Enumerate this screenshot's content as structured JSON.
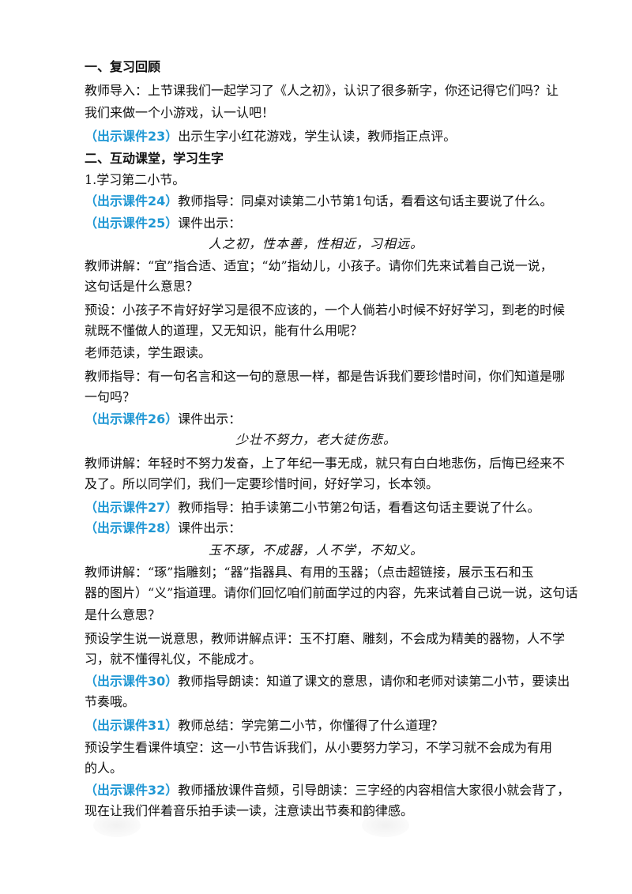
{
  "section1": {
    "heading": "一、复习回顾",
    "p1_line1": "教师导入：上节课我们一起学习了《人之初》，认识了很多新字，你还记得它们吗？让",
    "p1_line2": "我们来做一个小游戏，认一认吧！",
    "p2_tag": "（出示课件23）",
    "p2_text": "出示生字小红花游戏，学生认读，教师指正点评。"
  },
  "section2": {
    "heading": "二、互动课堂，学习生字",
    "sub1": "1.学习第二小节。",
    "p24_tag": "（出示课件24）",
    "p24_text": "教师指导：同桌对读第二小节第1句话，看看这句话主要说了什么。",
    "p25_tag": "（出示课件25）",
    "p25_text": "课件出示：",
    "quote1": "人之初，性本善，性相近，习相远。",
    "exp1_line1": "教师讲解：“宜”指合适、适宜；“幼”指幼儿，小孩子。请你们先来试着自己说一说，",
    "exp1_line2": "这句话是什么意思？",
    "pre1_line1": "预设：小孩子不肯好好学习是很不应该的，一个人倘若小时候不好好学习，到老的时候",
    "pre1_line2": "就既不懂做人的道理，又无知识，能有什么用呢？",
    "read1": "老师范读，学生跟读。",
    "guide1_line1": "教师指导：有一句名言和这一句的意思一样，都是告诉我们要珍惜时间，你们知道是哪",
    "guide1_line2": "一句吗？",
    "p26_tag": "（出示课件26）",
    "p26_text": "课件出示：",
    "quote2": "少壮不努力，老大徒伤悲。",
    "exp2_line1": "教师讲解：年轻时不努力发奋，上了年纪一事无成，就只有白白地悲伤，后悔已经来不",
    "exp2_line2": "及了。所以同学们，我们一定要珍惜时间，好好学习，长本领。",
    "p27_tag": "（出示课件27）",
    "p27_text": "教师指导：拍手读第二小节第2句话，看看这句话主要说了什么。",
    "p28_tag": "（出示课件28）",
    "p28_text": "课件出示：",
    "quote3": "玉不琢，不成器，人不学，不知义。",
    "exp3_line1": "教师讲解：“琢”指雕刻；“器”指器具、有用的玉器；（点击超链接，展示玉石和玉",
    "exp3_line2": "器的图片）“义”指道理。请你们回忆咱们前面学过的内容，先来试着自己说一说，这句话",
    "exp3_line3": "是什么意思？",
    "pre2_line1": "预设学生说一说意思，教师讲解点评：玉不打磨、雕刻，不会成为精美的器物，人不学",
    "pre2_line2": "习，就不懂得礼仪，不能成才。",
    "p30_tag": "（出示课件30）",
    "p30_text": "教师指导朗读：知道了课文的意思，请你和老师对读第二小节，要读出",
    "p30_line2": "节奏哦。",
    "p31_tag": "（出示课件31）",
    "p31_text": "教师总结：学完第二小节，你懂得了什么道理？",
    "pre3_line1": "预设学生看课件填空：这一小节告诉我们，从小要努力学习，不学习就不会成为有用",
    "pre3_line2": "的人。",
    "p32_tag": "（出示课件32）",
    "p32_text": "教师播放课件音频，引导朗读：三字经的内容相信大家很小就会背了，",
    "p32_line2": "现在让我们伴着音乐拍手读一读，注意读出节奏和韵律感。"
  }
}
